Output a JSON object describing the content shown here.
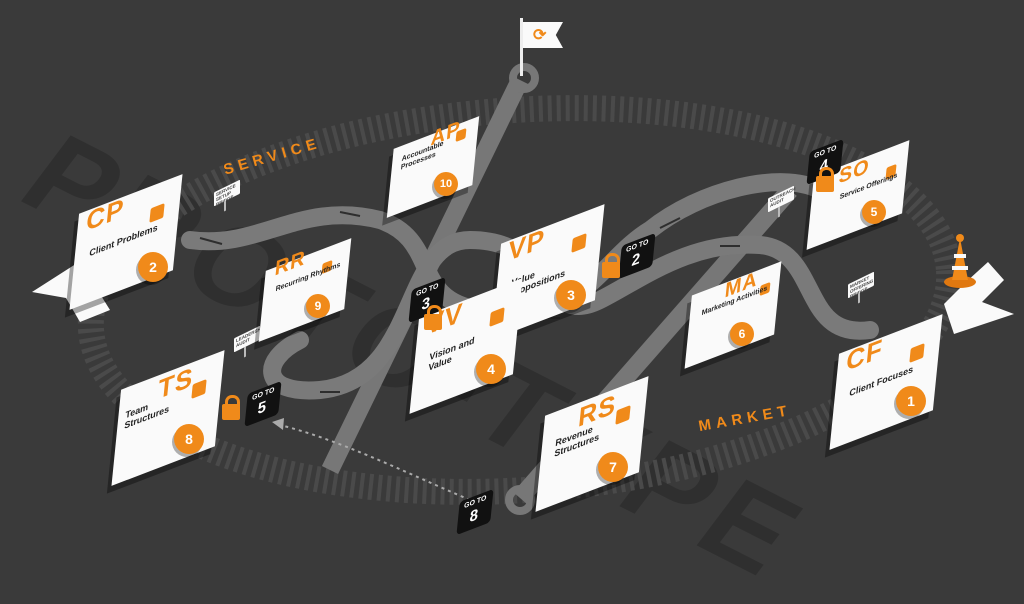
{
  "band_words": {
    "service": "SERVICE",
    "market": "MARKET"
  },
  "watermark": "PROTO-TYPE",
  "cards": [
    {
      "code": "CF",
      "label": "Client Focuses",
      "number": "1",
      "icon": "target-icon"
    },
    {
      "code": "CP",
      "label": "Client Problems",
      "number": "2",
      "icon": "puzzle-icon"
    },
    {
      "code": "VP",
      "label": "Value Propositions",
      "number": "3",
      "icon": "diamond-icon"
    },
    {
      "code": "VV",
      "label": "Vision and Value",
      "number": "4",
      "icon": "gem-icon"
    },
    {
      "code": "SO",
      "label": "Service Offerings",
      "number": "5",
      "icon": "list-icon"
    },
    {
      "code": "MA",
      "label": "Marketing Activities",
      "number": "6",
      "icon": "megaphone-icon"
    },
    {
      "code": "RS",
      "label": "Revenue Structures",
      "number": "7",
      "icon": "money-icon"
    },
    {
      "code": "TS",
      "label": "Team Structures",
      "number": "8",
      "icon": "people-icon"
    },
    {
      "code": "RR",
      "label": "Recurring Rhythms",
      "number": "9",
      "icon": "cycle-icon"
    },
    {
      "code": "AP",
      "label": "Accountable Processes",
      "number": "10",
      "icon": "checklist-icon"
    }
  ],
  "gotos": [
    {
      "label": "GO TO",
      "target": "4"
    },
    {
      "label": "GO TO",
      "target": "2"
    },
    {
      "label": "GO TO",
      "target": "3"
    },
    {
      "label": "GO TO",
      "target": "5"
    },
    {
      "label": "GO TO",
      "target": "8"
    }
  ],
  "signs": [
    {
      "text": "SERVICE SETUP BRIDGE"
    },
    {
      "text": "LEADERSHIP AUDIT"
    },
    {
      "text": "OUTREACH AUDIT"
    },
    {
      "text": "MARKET OFFERING BRIDGE"
    }
  ],
  "colors": {
    "background": "#3a3a3a",
    "accent": "#f08a1a",
    "card": "#fafafa",
    "road": "#7a7a7a"
  }
}
